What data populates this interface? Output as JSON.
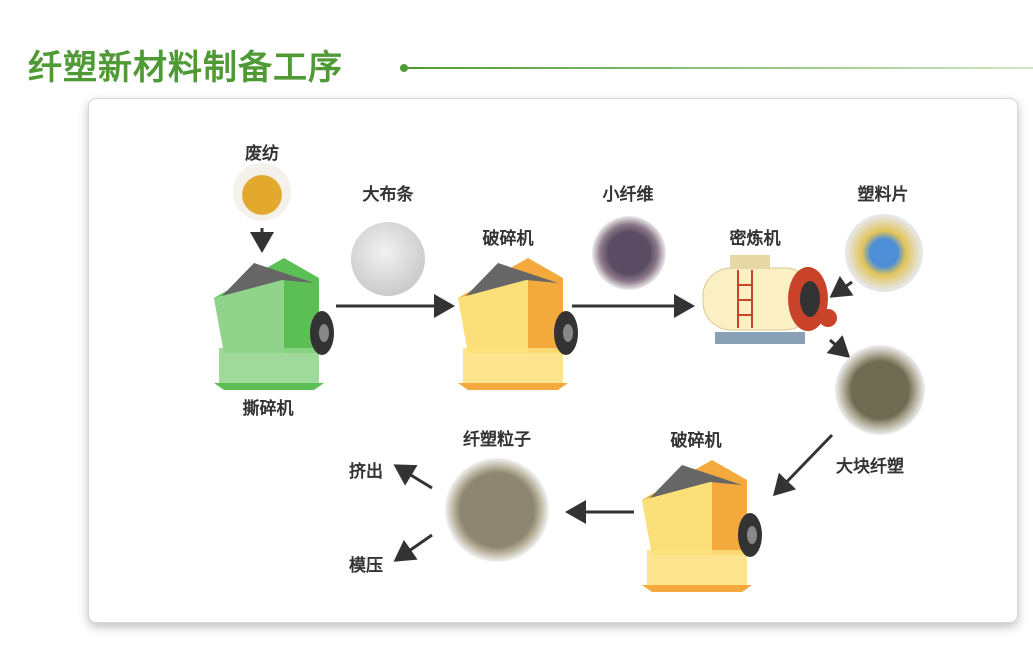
{
  "title": "纤塑新材料制备工序",
  "labels": {
    "waste_textile": "废纺",
    "shredder": "撕碎机",
    "cloth_strips": "大布条",
    "crusher1": "破碎机",
    "small_fiber": "小纤维",
    "mixer": "密炼机",
    "plastic_flakes": "塑料片",
    "big_block": "大块纤塑",
    "crusher2": "破碎机",
    "pellets": "纤塑粒子",
    "extrusion": "挤出",
    "molding": "模压"
  },
  "colors": {
    "accent": "#4f9a35",
    "arrow": "#333333"
  }
}
